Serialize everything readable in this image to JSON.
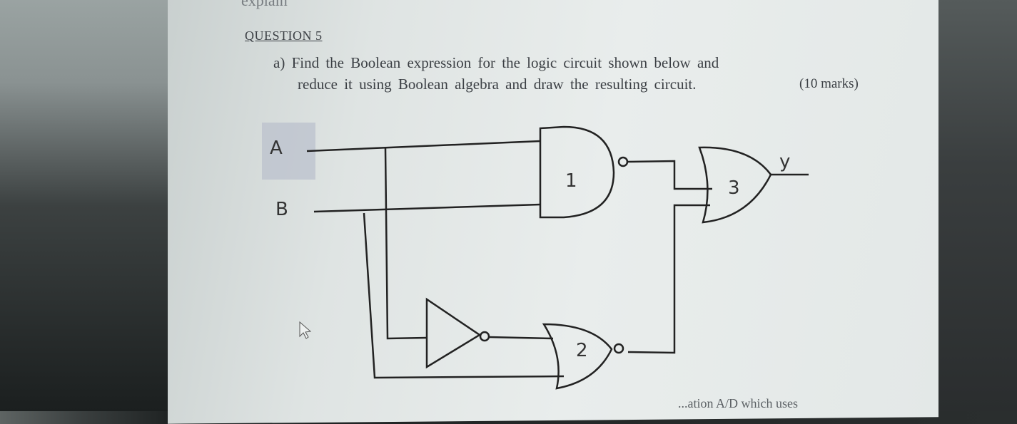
{
  "document": {
    "top_fragment": "explain",
    "question_heading": "QUESTION 5",
    "part_label": "a)",
    "line1": "Find the Boolean expression for the logic circuit shown below and",
    "line2": "reduce it using Boolean algebra and draw the resulting circuit.",
    "marks": "(10 marks)",
    "footer_fragment": "...ation A/D which uses"
  },
  "circuit": {
    "inputs": [
      "A",
      "B"
    ],
    "output": "y",
    "gates": [
      {
        "number": "1",
        "type": "NAND"
      },
      {
        "number": "2",
        "type": "NOR"
      },
      {
        "number": "3",
        "type": "OR"
      },
      {
        "number": "",
        "type": "NOT"
      }
    ]
  },
  "cursor": "mouse-pointer-icon"
}
